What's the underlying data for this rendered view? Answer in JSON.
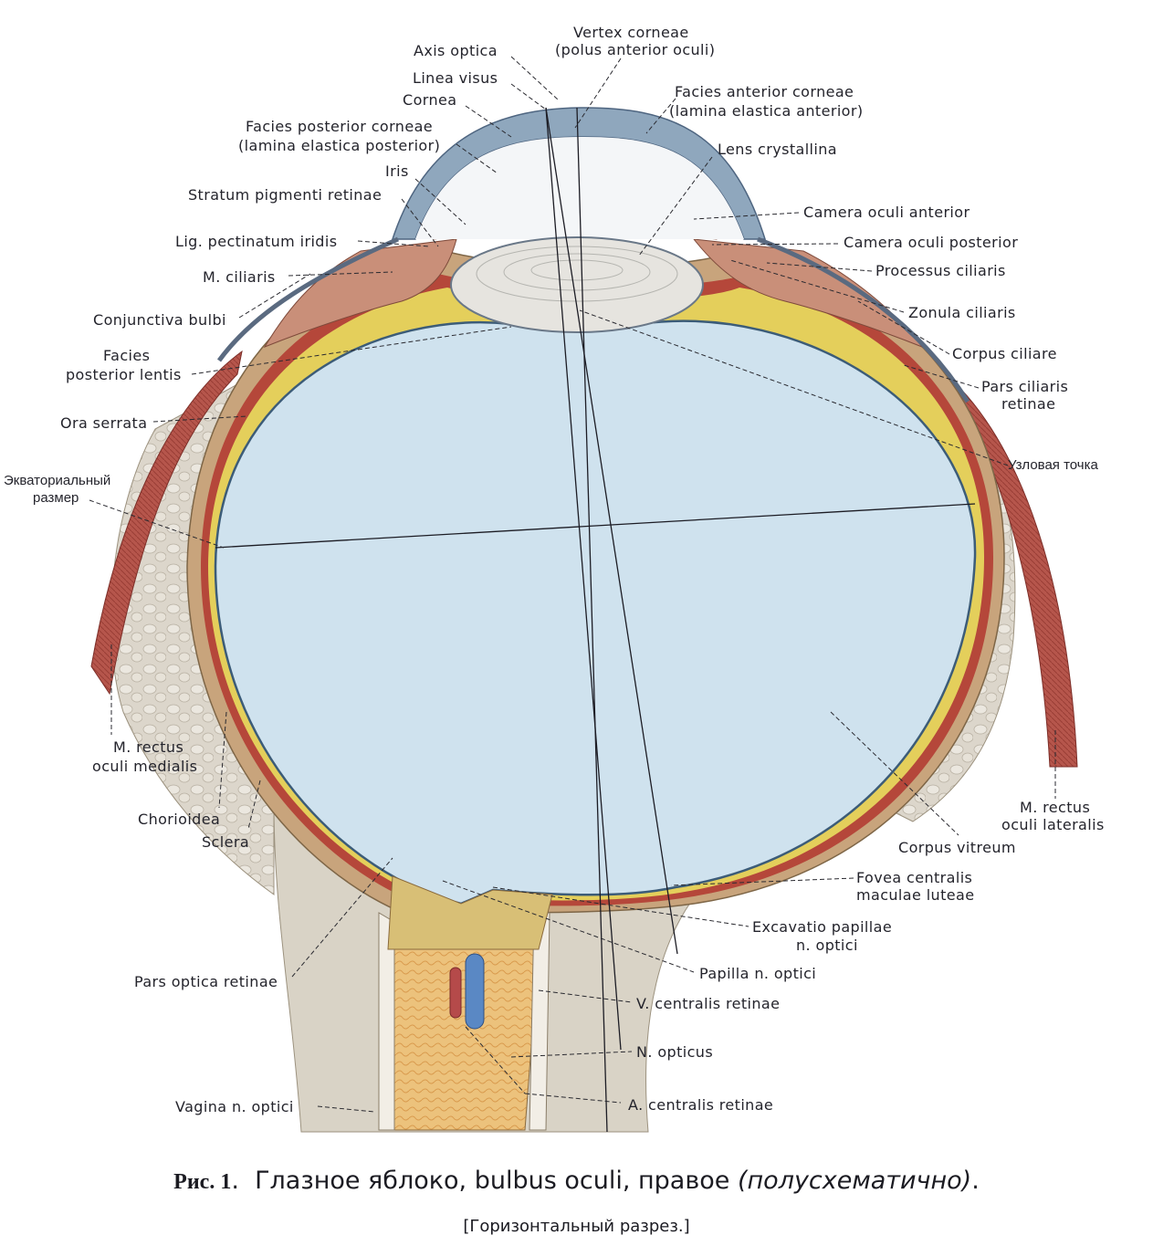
{
  "colors": {
    "vitreous": "#cfe2ee",
    "cornea": "#8fa7bd",
    "sclera": "#c6a57e",
    "choroid": "#b4483a",
    "retina_line": "#e6cf5a",
    "muscle": "#b2574d",
    "fat": "#d7d2c8",
    "nerve": "#e9bf74",
    "vein": "#5a88c4",
    "artery": "#b54a4a"
  },
  "labels": {
    "vertex": "Vertex corneae",
    "vertex2": "(polus anterior oculi)",
    "axis": "Axis optica",
    "linea": "Linea visus",
    "cornea": "Cornea",
    "fac_ant": "Facies anterior corneae",
    "fac_ant2": "(lamina elastica anterior)",
    "fac_post": "Facies posterior corneae",
    "fac_post2": "(lamina elastica posterior)",
    "lens": "Lens crystallina",
    "iris": "Iris",
    "stratum": "Stratum   pigmenti retinae",
    "cam_ant": "Camera oculi anterior",
    "lig": "Lig. pectinatum iridis",
    "cam_post": "Camera oculi posterior",
    "ciliaris": "M. ciliaris",
    "processus": "Processus ciliaris",
    "zonula": "Zonula ciliaris",
    "conj": "Conjunctiva bulbi",
    "corpus_cil": "Corpus ciliare",
    "fpl1": "Facies",
    "fpl2": "posterior lentis",
    "pars_cil": "Pars ciliaris",
    "pars_cil2": "retinae",
    "ora": "Ora serrata",
    "node": "Узловая точка",
    "equator": "Экваториальный",
    "equator2": "размер",
    "rect_med": "M. rectus",
    "rect_med2": "oculi medialis",
    "rect_lat": "M. rectus",
    "rect_lat2": "oculi lateralis",
    "chorioidea": "Chorioidea",
    "sclera": "Sclera",
    "vitreum": "Corpus vitreum",
    "fovea": "Fovea centralis",
    "fovea2": "maculae luteae",
    "excavatio": "Excavatio papillae",
    "excavatio2": "n. optici",
    "pars_opt": "Pars optica retinae",
    "papilla": "Papilla n. optici",
    "v_central": "V. centralis retinae",
    "n_opticus": "N. opticus",
    "vagina": "Vagina n. optici",
    "a_central": "A. centralis retinae"
  },
  "caption": {
    "fig": "Рис. 1",
    "text": "Глазное яблоко, bulbus oculi, правое ",
    "hint": "(полусхематично)",
    "end": ".",
    "sub": "[Горизонтальный разрез.]"
  }
}
